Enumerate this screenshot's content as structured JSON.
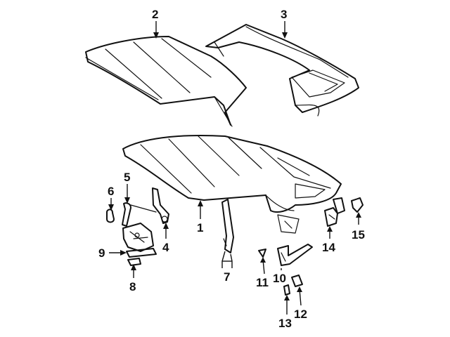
{
  "diagram": {
    "callouts": {
      "c1": "1",
      "c2": "2",
      "c3": "3",
      "c4": "4",
      "c5": "5",
      "c6": "6",
      "c7": "7",
      "c8": "8",
      "c9": "9",
      "c10": "10",
      "c11": "11",
      "c12": "12",
      "c13": "13",
      "c14": "14",
      "c15": "15"
    },
    "line_color": "#111111",
    "background": "#ffffff"
  }
}
